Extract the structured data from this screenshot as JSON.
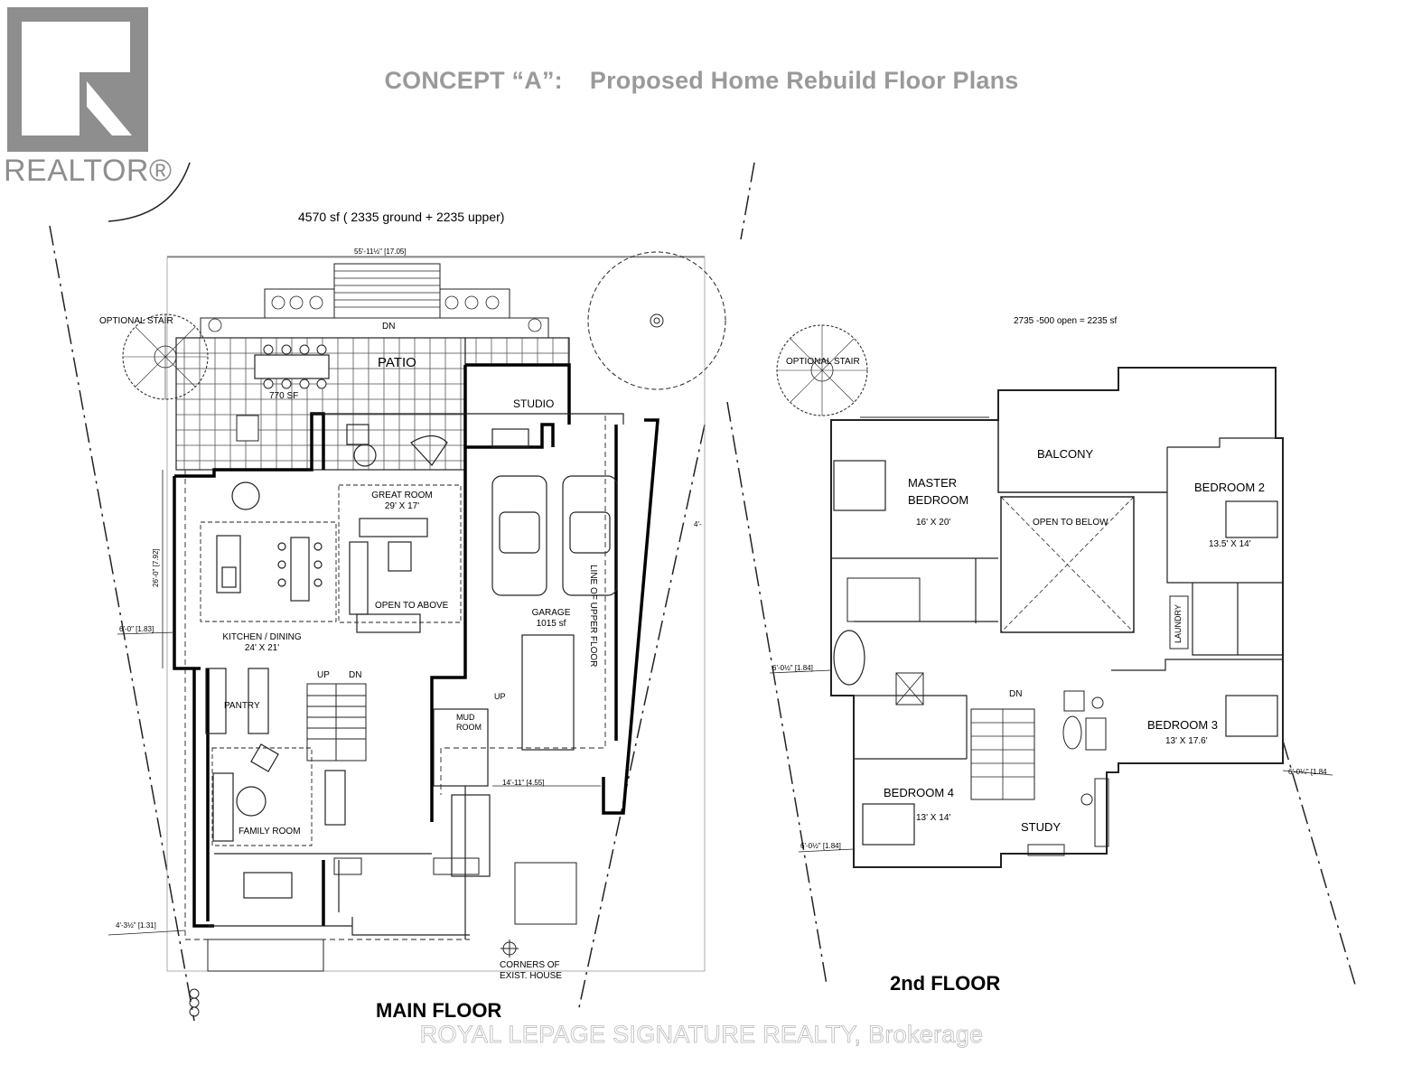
{
  "title": {
    "concept": "CONCEPT “A”:",
    "subtitle": "Proposed Home Rebuild Floor Plans"
  },
  "logo": {
    "text": "REALTOR®"
  },
  "main_floor": {
    "area_summary": "4570 sf  ( 2335 ground + 2235 upper)",
    "floor_label": "MAIN FLOOR",
    "rooms": {
      "patio": "PATIO",
      "patio_area": "770 SF",
      "optional_stair": "OPTIONAL STAIR",
      "studio": "STUDIO",
      "great_room": "GREAT ROOM",
      "great_room_size": "29' X 17'",
      "open_to_above": "OPEN TO ABOVE",
      "kitchen_dining": "KITCHEN / DINING",
      "kitchen_dining_size": "24' X 21'",
      "pantry": "PANTRY",
      "family_room": "FAMILY ROOM",
      "mud_room_1": "MUD",
      "mud_room_2": "ROOM",
      "garage": "GARAGE",
      "garage_area": "1015 sf",
      "line_upper_floor": "LINE OF UPPER FLOOR",
      "up": "UP",
      "dn": "DN",
      "dn_patio": "DN",
      "up_mud": "UP",
      "corners_1": "CORNERS OF",
      "corners_2": "EXIST. HOUSE"
    },
    "dimensions": {
      "width_top": "55'-11½\" [17.05]",
      "depth_left": "26'-0\" [7.92]",
      "setback_left": "6'-0\" [1.83]",
      "setback_right": "4'-",
      "garage_width": "14'-11\" [4.55]",
      "setback_bottom": "4'-3½\" [1.31]"
    }
  },
  "second_floor": {
    "area_summary": "2735 -500 open = 2235 sf",
    "floor_label": "2nd FLOOR",
    "rooms": {
      "optional_stair": "OPTIONAL STAIR",
      "balcony": "BALCONY",
      "master_1": "MASTER",
      "master_2": "BEDROOM",
      "master_size": "16' X 20'",
      "open_to_below": "OPEN TO BELOW",
      "bedroom2": "BEDROOM 2",
      "bedroom2_size": "13.5' X 14'",
      "laundry": "LAUNDRY",
      "bedroom3": "BEDROOM 3",
      "bedroom3_size": "13' X 17.6'",
      "bedroom4": "BEDROOM 4",
      "bedroom4_size": "13' X 14'",
      "study": "STUDY",
      "dn": "DN"
    },
    "dimensions": {
      "setback_left_1": "6'-0½\" [1.84]",
      "setback_left_2": "6'-0½\" [1.84]",
      "setback_right": "6'-0¼\" [1.84"
    }
  },
  "watermark": "ROYAL LEPAGE SIGNATURE REALTY, Brokerage"
}
